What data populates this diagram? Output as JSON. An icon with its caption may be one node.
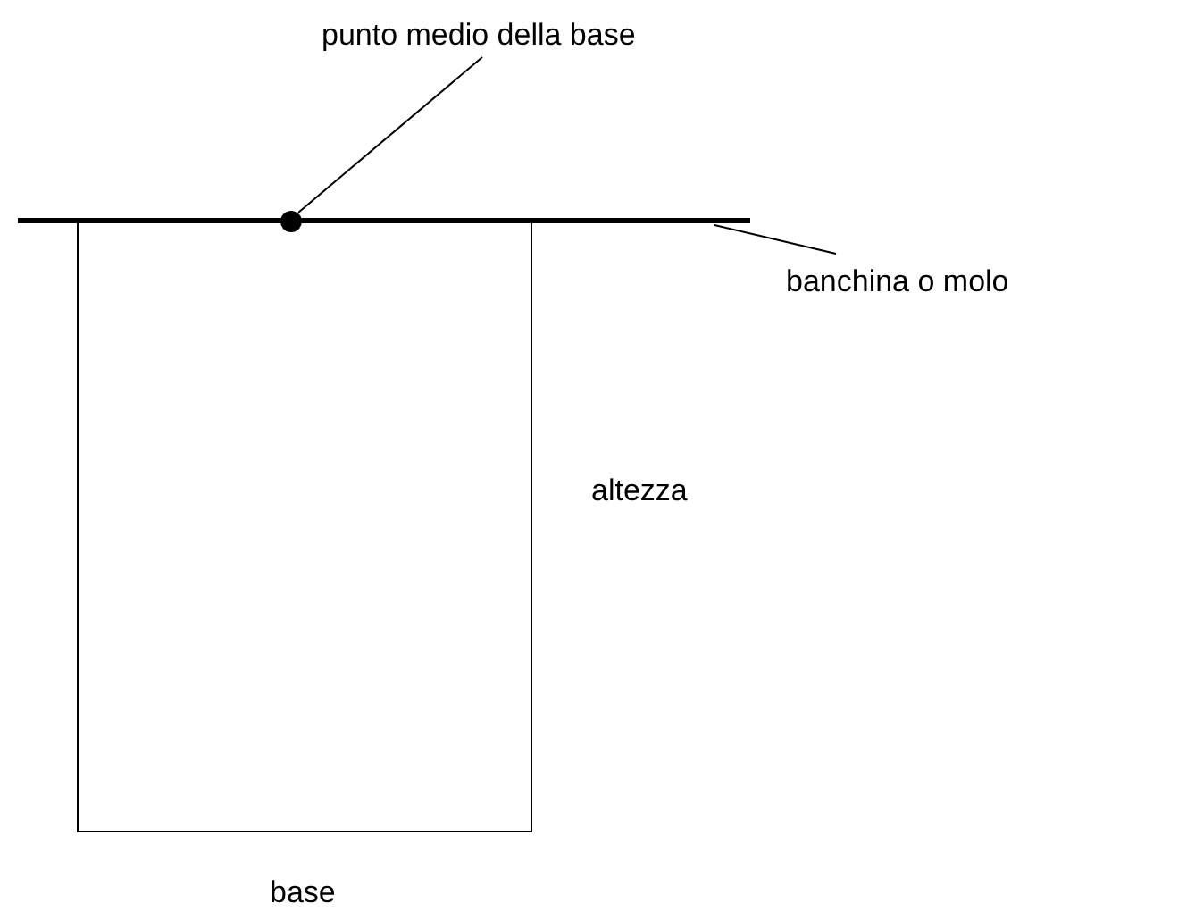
{
  "diagram": {
    "nodes": [
      {
        "text": [
          "punto medio della base"
        ]
      },
      {
        "text": [],
        "shape": "bar"
      },
      {
        "text": [],
        "shape": "circle"
      },
      {
        "text": [
          "banchina o molo"
        ]
      },
      {
        "text": [],
        "shape": "box",
        "beside": [
          "altezza",
          "base"
        ]
      }
    ],
    "edges": [
      {
        "from": 0,
        "to": 2,
        "arrow": "none"
      },
      {
        "from": 3,
        "to": 1,
        "arrow": "none"
      }
    ]
  }
}
